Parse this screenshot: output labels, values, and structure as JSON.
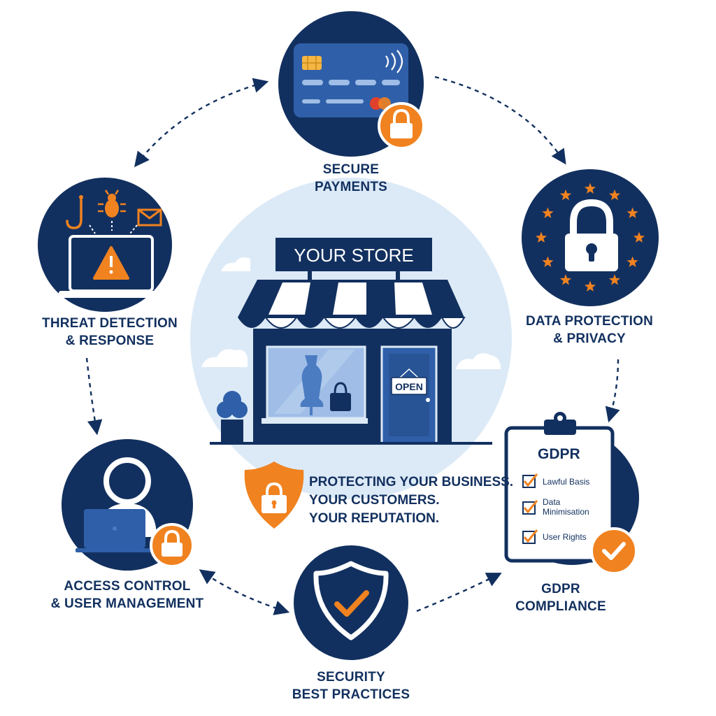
{
  "store": {
    "sign": "YOUR STORE",
    "door_sign": "OPEN"
  },
  "tagline": {
    "line1": "PROTECTING YOUR BUSINESS.",
    "line2": "YOUR CUSTOMERS.",
    "line3": "YOUR REPUTATION."
  },
  "nodes": {
    "secure_payments": {
      "line1": "SECURE",
      "line2": "PAYMENTS",
      "icon": "credit-card-lock-icon"
    },
    "data_protection": {
      "line1": "DATA PROTECTION",
      "line2": "& PRIVACY",
      "icon": "eu-stars-padlock-icon"
    },
    "gdpr_compliance": {
      "line1": "GDPR",
      "line2": "COMPLIANCE",
      "icon": "gdpr-clipboard-icon"
    },
    "best_practices": {
      "line1": "SECURITY",
      "line2": "BEST PRACTICES",
      "icon": "shield-check-icon"
    },
    "access_control": {
      "line1": "ACCESS CONTROL",
      "line2": "& USER MANAGEMENT",
      "icon": "user-laptop-lock-icon"
    },
    "threat_detection": {
      "line1": "THREAT DETECTION",
      "line2": "& RESPONSE",
      "icon": "laptop-warning-icon"
    }
  },
  "clipboard": {
    "title": "GDPR",
    "items": [
      "Lawful Basis",
      "Data\nMinimisation",
      "User Rights"
    ]
  },
  "colors": {
    "navy": "#12305f",
    "orange": "#f08220",
    "light_blue": "#dceaf7",
    "mid_blue": "#2f5fa8"
  }
}
